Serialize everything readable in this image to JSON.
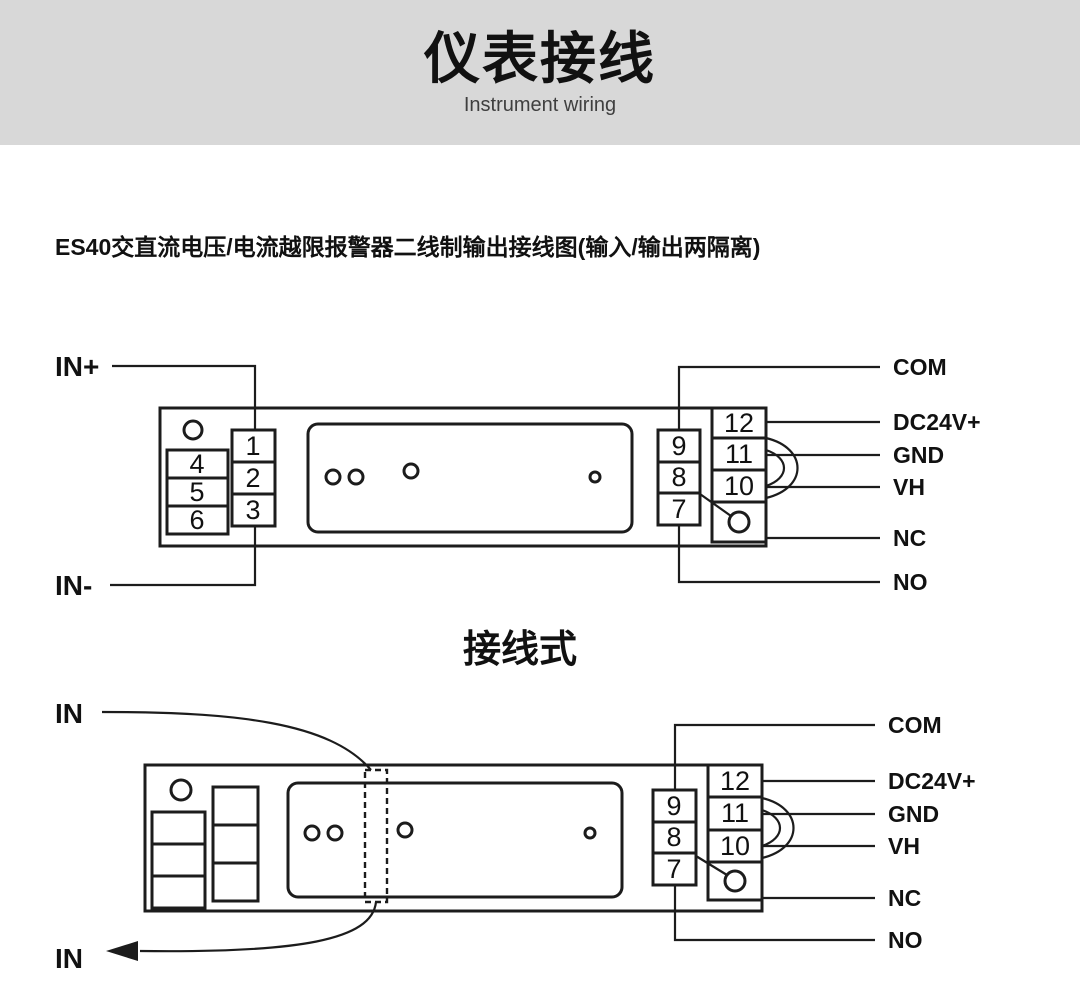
{
  "header": {
    "title": "仪表接线",
    "subtitle": "Instrument wiring"
  },
  "caption": "ES40交直流电压/电流越限报警器二线制输出接线图(输入/输出两隔离)",
  "section2_title": "接线式",
  "diagram1": {
    "input_top": "IN+",
    "input_bottom": "IN-",
    "left_outer_terminals": [
      "4",
      "5",
      "6"
    ],
    "left_inner_terminals": [
      "1",
      "2",
      "3"
    ],
    "right_inner_terminals": [
      "9",
      "8",
      "7"
    ],
    "right_outer_terminals": [
      "12",
      "11",
      "10"
    ],
    "output_labels": [
      "COM",
      "DC24V+",
      "GND",
      "VH",
      "NC",
      "NO"
    ]
  },
  "diagram2": {
    "input_top": "IN",
    "input_bottom": "IN",
    "right_inner_terminals": [
      "9",
      "8",
      "7"
    ],
    "right_outer_terminals": [
      "12",
      "11",
      "10"
    ],
    "output_labels": [
      "COM",
      "DC24V+",
      "GND",
      "VH",
      "NC",
      "NO"
    ]
  },
  "colors": {
    "header_bg": "#d8d8d8",
    "ink": "#1c1c1c"
  }
}
